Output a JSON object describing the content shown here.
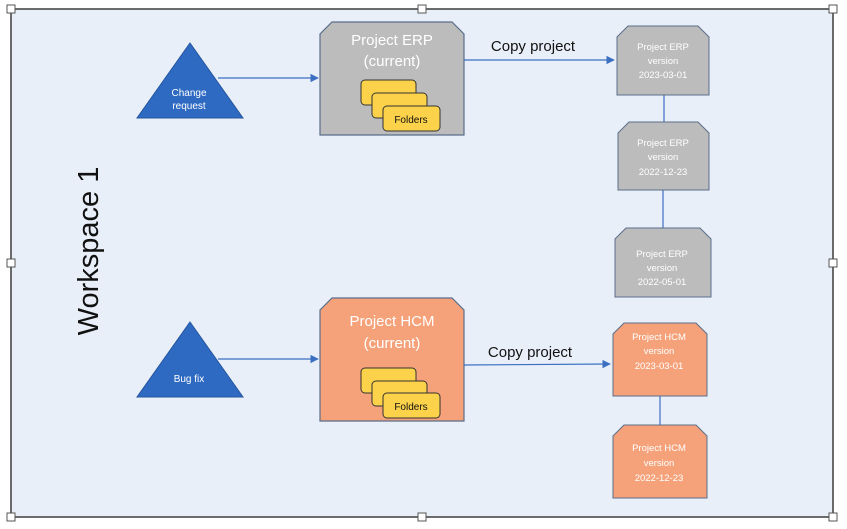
{
  "workspace": {
    "label": "Workspace 1"
  },
  "triggers": {
    "erp": {
      "line1": "Change",
      "line2": "request"
    },
    "hcm": {
      "line1": "Bug fix"
    }
  },
  "projects": {
    "erp": {
      "name": "Project ERP",
      "status": "(current)",
      "folders_label": "Folders"
    },
    "hcm": {
      "name": "Project HCM",
      "status": "(current)",
      "folders_label": "Folders"
    }
  },
  "copy_labels": {
    "erp": "Copy project",
    "hcm": "Copy project"
  },
  "versions": {
    "erp": [
      {
        "line1": "Project ERP",
        "line2": "version",
        "date": "2023-03-01"
      },
      {
        "line1": "Project ERP",
        "line2": "version",
        "date": "2022-12-23"
      },
      {
        "line1": "Project ERP",
        "line2": "version",
        "date": "2022-05-01"
      }
    ],
    "hcm": [
      {
        "line1": "Project HCM",
        "line2": "version",
        "date": "2023-03-01"
      },
      {
        "line1": "Project HCM",
        "line2": "version",
        "date": "2022-12-23"
      }
    ]
  },
  "colors": {
    "workspace_fill": "#e9eff8",
    "frame_stroke": "#3c3c3c",
    "triangle_fill": "#2e6ac2",
    "erp_fill": "#bcbcbc",
    "hcm_fill": "#f5a27a",
    "folder_fill": "#fbd249",
    "connector": "#3a6fc2"
  }
}
